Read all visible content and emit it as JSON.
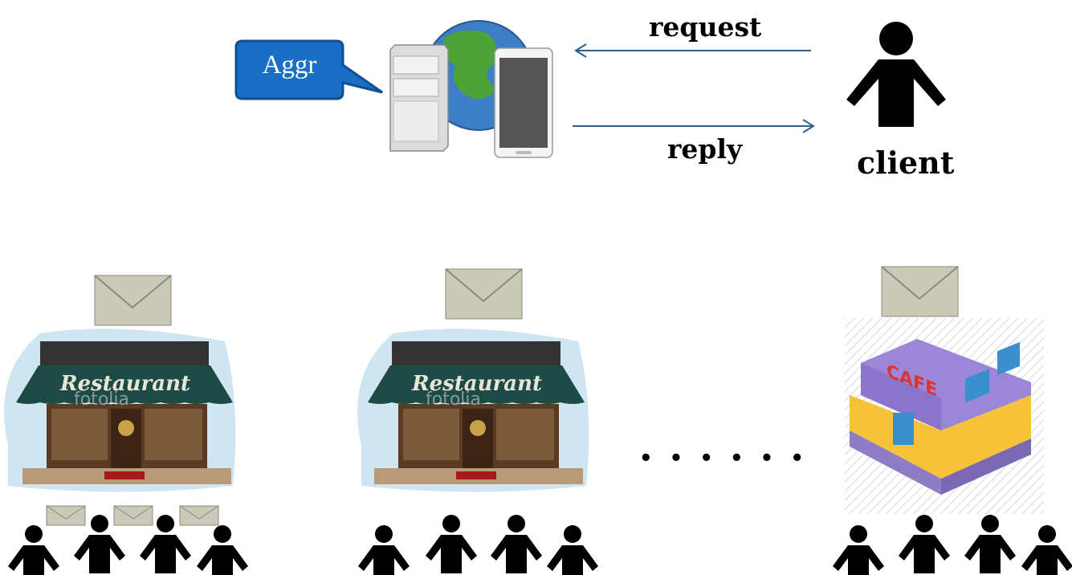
{
  "top": {
    "aggr_label": "Aggr",
    "request_label": "request",
    "reply_label": "reply",
    "client_label": "client"
  },
  "stores": [
    {
      "name": "restaurant-1",
      "sign": "Restaurant",
      "watermark": "fotolia"
    },
    {
      "name": "restaurant-2",
      "sign": "Restaurant",
      "watermark": "fotolia"
    },
    {
      "name": "cafe",
      "sign": "CAFE"
    }
  ],
  "ellipsis": "• • • • • •",
  "colors": {
    "bubble": "#1a6fc4",
    "bubble_border": "#0d4f95",
    "arrow": "#2e5f8a",
    "person": "#000000",
    "envelope": "#c9c7b5",
    "awning": "#1d4a44",
    "cafe_roof": "#9b86d8",
    "cafe_wall": "#f5c23a"
  },
  "icons": [
    "server-icon",
    "globe-icon",
    "phone-icon",
    "envelope-icon",
    "person-icon"
  ]
}
